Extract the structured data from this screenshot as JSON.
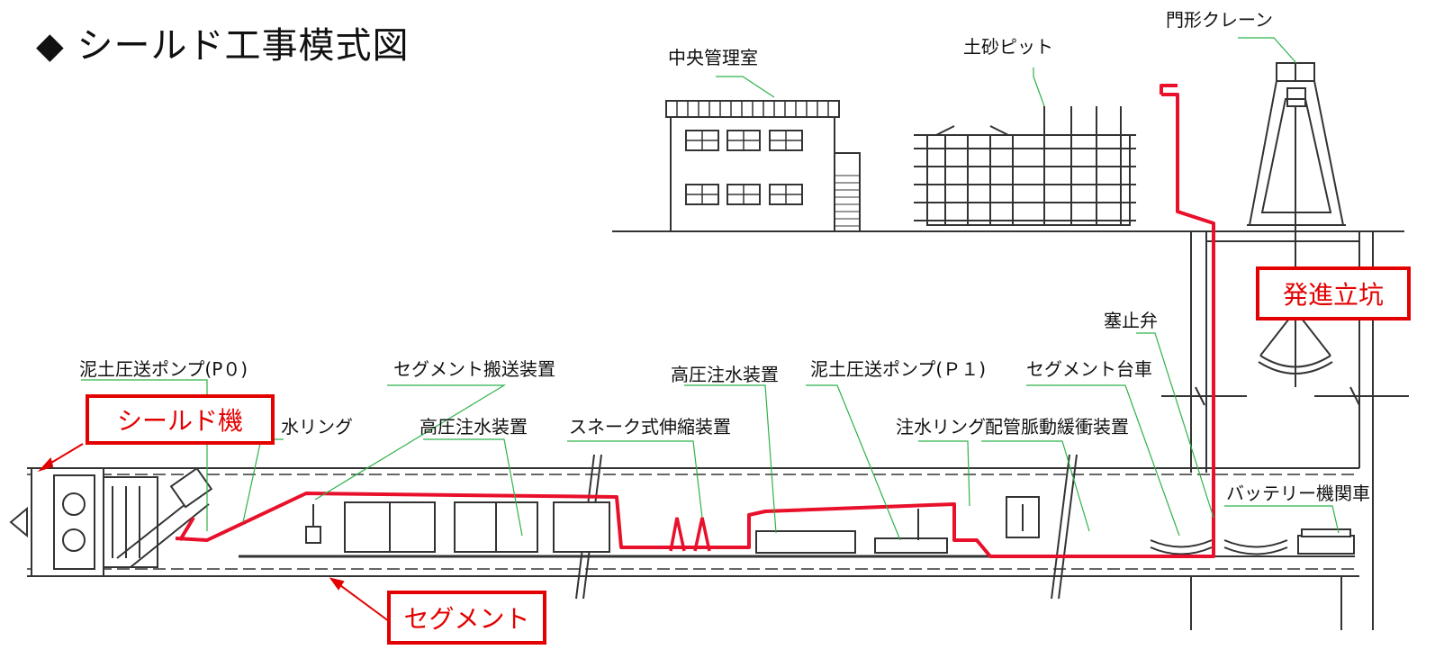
{
  "title": "◆ シールド工事模式図",
  "highlight_labels": {
    "shield_machine": "シールド機",
    "segment": "セグメント",
    "launch_shaft": "発進立坑"
  },
  "surface_labels": {
    "central_control": "中央管理室",
    "soil_pit": "土砂ピット",
    "gantry_crane": "門形クレーン"
  },
  "tunnel_labels": {
    "mud_pump_p0": "泥土圧送ポンプ(P０)",
    "water_ring_1": "水リング",
    "segment_transport": "セグメント搬送装置",
    "hp_water_upper": "高圧注水装置",
    "hp_water_lower": "高圧注水装置",
    "snake_extension": "スネーク式伸縮装置",
    "mud_pump_p1": "泥土圧送ポンプ(Ｐ１)",
    "water_ring_2": "注水リング",
    "pulsation_buffer": "配管脈動緩衝装置",
    "segment_cart": "セグメント台車",
    "stop_valve": "塞止弁",
    "battery_locomotive": "バッテリー機関車"
  },
  "colors": {
    "pipe": "#e8102a",
    "leader": "#2fb24a",
    "highlight": "#e30000",
    "line": "#333333"
  }
}
